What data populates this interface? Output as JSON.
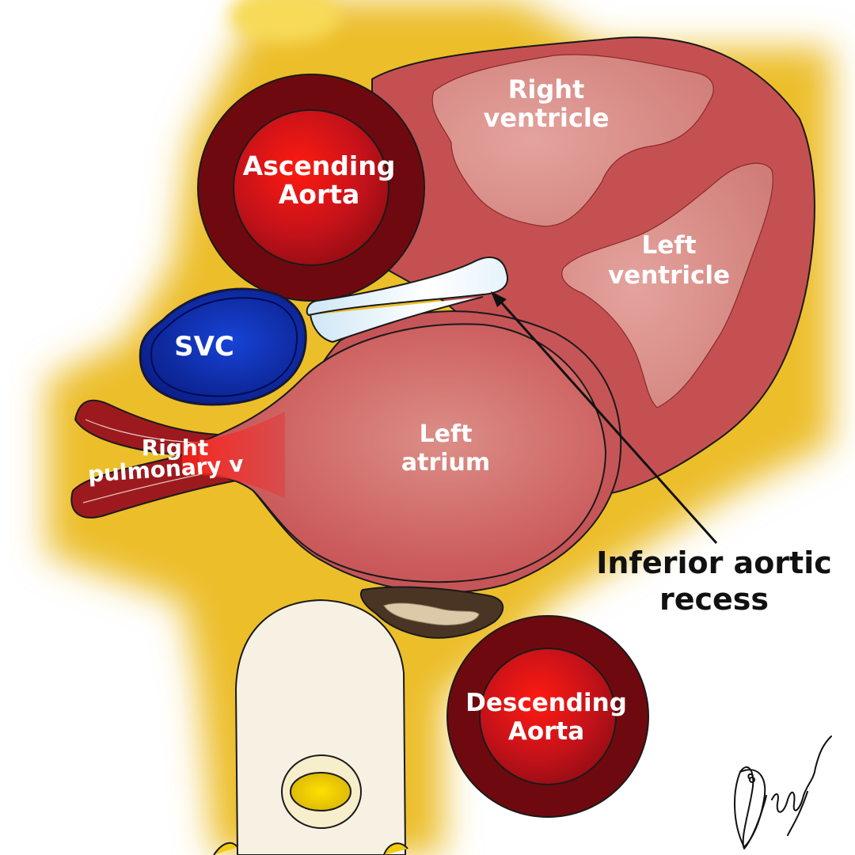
{
  "labels": {
    "ascending_aorta": [
      "Ascending",
      "Aorta"
    ],
    "right_ventricle": [
      "Right",
      "ventricle"
    ],
    "left_ventricle": [
      "Left",
      "ventricle"
    ],
    "svc": "SVC",
    "right_pulmonary_v": [
      "Right",
      "pulmonary v"
    ],
    "left_atrium": [
      "Left",
      "atrium"
    ],
    "inferior_aortic_recess": [
      "Inferior aortic",
      "recess"
    ],
    "descending_aorta": [
      "Descending",
      "Aorta"
    ]
  },
  "signature": "Disha",
  "colors": {
    "background": "#ffffff",
    "glow": "#e8b928",
    "heart_muscle": "#c65052",
    "ventricle_cavity": "#d68a86",
    "aorta_outer": "#6e0a0f",
    "aorta_inner": "#d41b1b",
    "svc": "#0d2a9a",
    "pulmonary_vein": "#9c1a1e",
    "recess": "#d6ecf8",
    "vertebra": "#f7f1e3",
    "spinal_canal": "#f2cc0c",
    "esophagus": "#4a3525"
  }
}
